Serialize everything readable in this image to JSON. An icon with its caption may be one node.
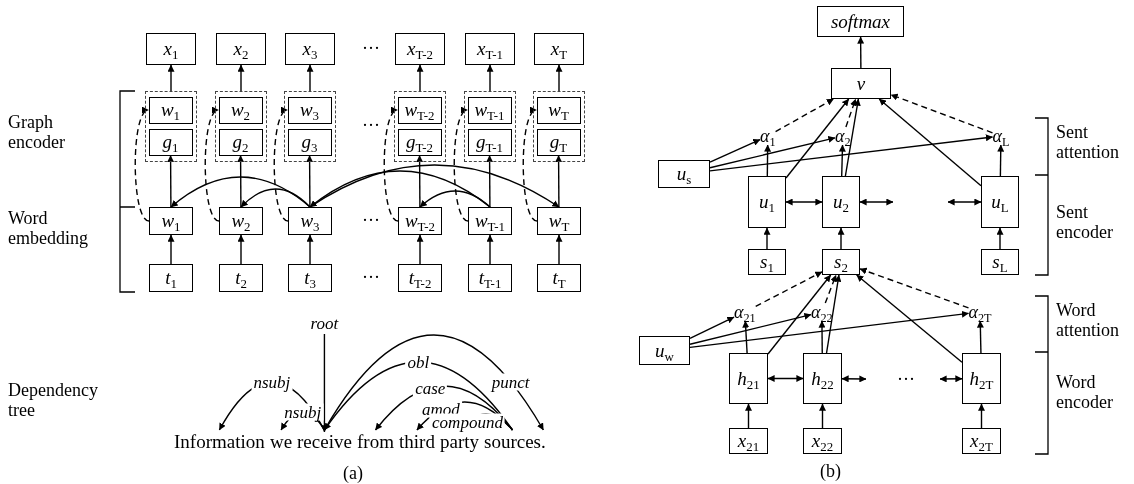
{
  "diagram": {
    "nodes": [
      {
        "text": [
          "x$_{1}$"
        ]
      },
      {
        "text": [
          "x$_{2}$"
        ]
      },
      {
        "text": [
          "x$_{3}$"
        ]
      },
      {
        "text": [
          "x$_{T-2}$"
        ]
      },
      {
        "text": [
          "x$_{T-1}$"
        ]
      },
      {
        "text": [
          "x$_{T}$"
        ]
      },
      {
        "text": [],
        "shape": "box"
      },
      {
        "text": [],
        "shape": "box"
      },
      {
        "text": [],
        "shape": "box"
      },
      {
        "text": [],
        "shape": "box"
      },
      {
        "text": [],
        "shape": "box"
      },
      {
        "text": [],
        "shape": "box"
      },
      {
        "text": [
          "w$_{1}$"
        ],
        "in": 6
      },
      {
        "text": [
          "w$_{2}$"
        ],
        "in": 7
      },
      {
        "text": [
          "w$_{3}$"
        ],
        "in": 8
      },
      {
        "text": [
          "w$_{T-2}$"
        ],
        "in": 9
      },
      {
        "text": [
          "w$_{T-1}$"
        ],
        "in": 10
      },
      {
        "text": [
          "w$_{T}$"
        ],
        "in": 11
      },
      {
        "text": [
          "g$_{1}$"
        ],
        "in": 6
      },
      {
        "text": [
          "g$_{2}$"
        ],
        "in": 7
      },
      {
        "text": [
          "g$_{3}$"
        ],
        "in": 8
      },
      {
        "text": [
          "g$_{T-2}$"
        ],
        "in": 9
      },
      {
        "text": [
          "g$_{T-1}$"
        ],
        "in": 10
      },
      {
        "text": [
          "g$_{T}$"
        ],
        "in": 11
      },
      {
        "text": [
          "w$_{1}$"
        ]
      },
      {
        "text": [
          "w$_{2}$"
        ]
      },
      {
        "text": [
          "w$_{3}$"
        ]
      },
      {
        "text": [
          "w$_{T-2}$"
        ]
      },
      {
        "text": [
          "w$_{T-1}$"
        ]
      },
      {
        "text": [
          "w$_{T}$"
        ]
      },
      {
        "text": [
          "t$_{1}$"
        ]
      },
      {
        "text": [
          "t$_{2}$"
        ]
      },
      {
        "text": [
          "t$_{3}$"
        ]
      },
      {
        "text": [
          "t$_{T-2}$"
        ]
      },
      {
        "text": [
          "t$_{T-1}$"
        ]
      },
      {
        "text": [
          "t$_{T}$"
        ]
      },
      {
        "text": [
          "Information"
        ]
      },
      {
        "text": [
          "we"
        ]
      },
      {
        "text": [
          "receive"
        ]
      },
      {
        "text": [
          "from"
        ]
      },
      {
        "text": [
          "third"
        ]
      },
      {
        "text": [
          "party"
        ]
      },
      {
        "text": [
          "sources"
        ]
      },
      {
        "text": [
          "."
        ]
      },
      {
        "text": [
          "softmax"
        ]
      },
      {
        "text": [
          "v"
        ]
      },
      {
        "text": [
          "α$_{1}$"
        ]
      },
      {
        "text": [
          "α$_{2}$"
        ]
      },
      {
        "text": [
          "α$_{L}$"
        ]
      },
      {
        "text": [
          "u$_{s}$"
        ]
      },
      {
        "text": [
          "u$_{1}$"
        ]
      },
      {
        "text": [
          "u$_{2}$"
        ]
      },
      {
        "text": [
          "u$_{L}$"
        ]
      },
      {
        "text": [
          "s$_{1}$"
        ]
      },
      {
        "text": [
          "s$_{2}$"
        ]
      },
      {
        "text": [
          "s$_{L}$"
        ]
      },
      {
        "text": [
          "α$_{21}$"
        ]
      },
      {
        "text": [
          "α$_{22}$"
        ]
      },
      {
        "text": [
          "α$_{2T}$"
        ]
      },
      {
        "text": [
          "u$_{w}$"
        ]
      },
      {
        "text": [
          "h$_{21}$"
        ]
      },
      {
        "text": [
          "h$_{22}$"
        ]
      },
      {
        "text": [
          "h$_{2T}$"
        ]
      },
      {
        "text": [
          "x$_{21}$"
        ]
      },
      {
        "text": [
          "x$_{22}$"
        ]
      },
      {
        "text": [
          "x$_{2T}$"
        ]
      }
    ],
    "edges": [
      {
        "from": 30,
        "to": 24,
        "arrow": "to"
      },
      {
        "from": 31,
        "to": 25,
        "arrow": "to"
      },
      {
        "from": 32,
        "to": 26,
        "arrow": "to"
      },
      {
        "from": 33,
        "to": 27,
        "arrow": "to"
      },
      {
        "from": 34,
        "to": 28,
        "arrow": "to"
      },
      {
        "from": 35,
        "to": 29,
        "arrow": "to"
      },
      {
        "from": 24,
        "to": 18,
        "arrow": "to"
      },
      {
        "from": 25,
        "to": 19,
        "arrow": "to"
      },
      {
        "from": 26,
        "to": 20,
        "arrow": "to"
      },
      {
        "from": 27,
        "to": 21,
        "arrow": "to"
      },
      {
        "from": 28,
        "to": 22,
        "arrow": "to"
      },
      {
        "from": 29,
        "to": 23,
        "arrow": "to"
      },
      {
        "from": 6,
        "to": 0,
        "arrow": "to"
      },
      {
        "from": 7,
        "to": 1,
        "arrow": "to"
      },
      {
        "from": 8,
        "to": 2,
        "arrow": "to"
      },
      {
        "from": 9,
        "to": 3,
        "arrow": "to"
      },
      {
        "from": 10,
        "to": 4,
        "arrow": "to"
      },
      {
        "from": 11,
        "to": 5,
        "arrow": "to"
      },
      {
        "from": 24,
        "to": 12,
        "arrow": "to",
        "style": "dashed"
      },
      {
        "from": 25,
        "to": 13,
        "arrow": "to",
        "style": "dashed"
      },
      {
        "from": 26,
        "to": 14,
        "arrow": "to",
        "style": "dashed"
      },
      {
        "from": 27,
        "to": 15,
        "arrow": "to",
        "style": "dashed"
      },
      {
        "from": 28,
        "to": 16,
        "arrow": "to",
        "style": "dashed"
      },
      {
        "from": 29,
        "to": 17,
        "arrow": "to",
        "style": "dashed"
      },
      {
        "from": 26,
        "to": 24,
        "arrow": "to"
      },
      {
        "from": 26,
        "to": 25,
        "arrow": "to"
      },
      {
        "from": 26,
        "to": 29,
        "arrow": "to"
      },
      {
        "from": 28,
        "to": 26,
        "arrow": "to"
      },
      {
        "from": 28,
        "to": 27,
        "arrow": "to"
      },
      {
        "from": null,
        "to": 38,
        "label": "root",
        "arrow": "to"
      },
      {
        "from": 38,
        "to": 36,
        "label": "nsubj",
        "arrow": "to"
      },
      {
        "from": 38,
        "to": 37,
        "label": "nsubj",
        "arrow": "to"
      },
      {
        "from": 42,
        "to": 38,
        "label": "obl",
        "arrow": "to"
      },
      {
        "from": 42,
        "to": 39,
        "label": "case",
        "arrow": "to"
      },
      {
        "from": 42,
        "to": 40,
        "label": "amod",
        "arrow": "to"
      },
      {
        "from": 42,
        "to": 41,
        "label": "compound",
        "arrow": "to"
      },
      {
        "from": 38,
        "to": 43,
        "label": "punct",
        "arrow": "to"
      },
      {
        "from": 45,
        "to": 44,
        "arrow": "to"
      },
      {
        "from": 50,
        "to": 45,
        "arrow": "to"
      },
      {
        "from": 51,
        "to": 45,
        "arrow": "to"
      },
      {
        "from": 52,
        "to": 45,
        "arrow": "to"
      },
      {
        "from": 50,
        "to": 46,
        "arrow": "to"
      },
      {
        "from": 51,
        "to": 47,
        "arrow": "to"
      },
      {
        "from": 52,
        "to": 48,
        "arrow": "to"
      },
      {
        "from": 49,
        "to": 46,
        "arrow": "to"
      },
      {
        "from": 49,
        "to": 47,
        "arrow": "to"
      },
      {
        "from": 49,
        "to": 48,
        "arrow": "to"
      },
      {
        "from": 46,
        "to": 45,
        "arrow": "to",
        "style": "dashed"
      },
      {
        "from": 47,
        "to": 45,
        "arrow": "to",
        "style": "dashed"
      },
      {
        "from": 48,
        "to": 45,
        "arrow": "to",
        "style": "dashed"
      },
      {
        "from": 53,
        "to": 50,
        "arrow": "to"
      },
      {
        "from": 54,
        "to": 51,
        "arrow": "to"
      },
      {
        "from": 55,
        "to": 52,
        "arrow": "to"
      },
      {
        "from": 50,
        "to": 51,
        "arrow": "both"
      },
      {
        "from": 51,
        "to": null,
        "arrow": "both"
      },
      {
        "from": null,
        "to": 52,
        "arrow": "both"
      },
      {
        "from": 60,
        "to": 54,
        "arrow": "to"
      },
      {
        "from": 61,
        "to": 54,
        "arrow": "to"
      },
      {
        "from": 62,
        "to": 54,
        "arrow": "to"
      },
      {
        "from": 60,
        "to": 56,
        "arrow": "to"
      },
      {
        "from": 61,
        "to": 57,
        "arrow": "to"
      },
      {
        "from": 62,
        "to": 58,
        "arrow": "to"
      },
      {
        "from": 59,
        "to": 56,
        "arrow": "to"
      },
      {
        "from": 59,
        "to": 57,
        "arrow": "to"
      },
      {
        "from": 59,
        "to": 58,
        "arrow": "to"
      },
      {
        "from": 56,
        "to": 54,
        "arrow": "to",
        "style": "dashed"
      },
      {
        "from": 57,
        "to": 54,
        "arrow": "to",
        "style": "dashed"
      },
      {
        "from": 58,
        "to": 54,
        "arrow": "to",
        "style": "dashed"
      },
      {
        "from": 63,
        "to": 60,
        "arrow": "to"
      },
      {
        "from": 64,
        "to": 61,
        "arrow": "to"
      },
      {
        "from": 65,
        "to": 62,
        "arrow": "to"
      },
      {
        "from": 60,
        "to": 61,
        "arrow": "both"
      },
      {
        "from": 61,
        "to": null,
        "arrow": "both"
      },
      {
        "from": null,
        "to": 62,
        "arrow": "both"
      }
    ],
    "labels": [
      "Graph encoder",
      "Word embedding",
      "···",
      "···",
      "···",
      "···",
      "Dependency tree",
      "(a)",
      "Sent attention",
      "Sent encoder",
      "Word attention",
      "Word encoder",
      "···",
      "(b)"
    ]
  }
}
